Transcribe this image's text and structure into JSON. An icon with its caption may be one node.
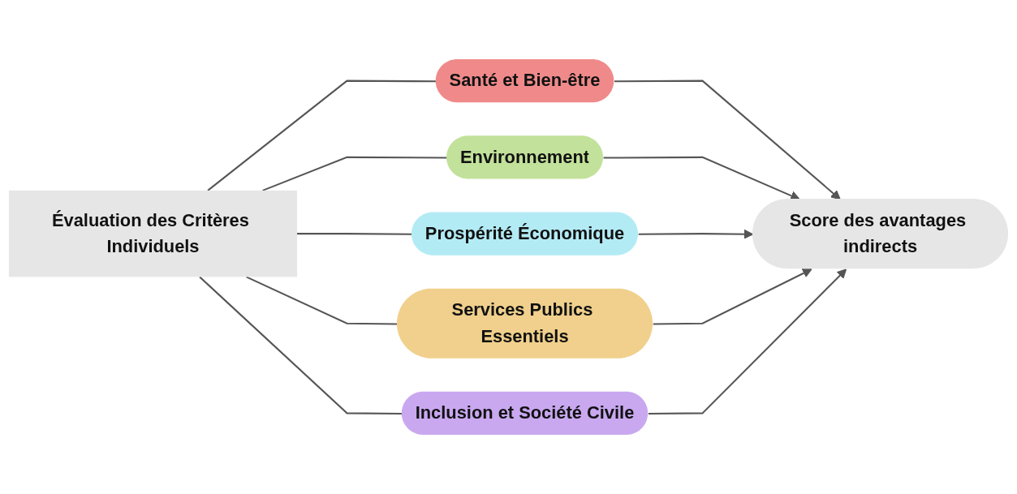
{
  "diagram": {
    "nodes": [
      {
        "text": [
          "Évaluation des Critères Individuels"
        ]
      },
      {
        "text": [
          "Santé et Bien-être"
        ]
      },
      {
        "text": [
          "Environnement"
        ]
      },
      {
        "text": [
          "Prospérité Économique"
        ]
      },
      {
        "text": [
          "Services Publics Essentiels"
        ]
      },
      {
        "text": [
          "Inclusion et Société Civile"
        ]
      },
      {
        "text": [
          "Score des avantages indirects"
        ]
      }
    ],
    "edges": [
      {
        "from": 0,
        "to": 1,
        "arrow": "none"
      },
      {
        "from": 0,
        "to": 2,
        "arrow": "none"
      },
      {
        "from": 0,
        "to": 3,
        "arrow": "none"
      },
      {
        "from": 0,
        "to": 4,
        "arrow": "none"
      },
      {
        "from": 0,
        "to": 5,
        "arrow": "none"
      },
      {
        "from": 1,
        "to": 6,
        "arrow": "to"
      },
      {
        "from": 2,
        "to": 6,
        "arrow": "to"
      },
      {
        "from": 3,
        "to": 6,
        "arrow": "to"
      },
      {
        "from": 4,
        "to": 6,
        "arrow": "to"
      },
      {
        "from": 5,
        "to": 6,
        "arrow": "to"
      }
    ]
  }
}
